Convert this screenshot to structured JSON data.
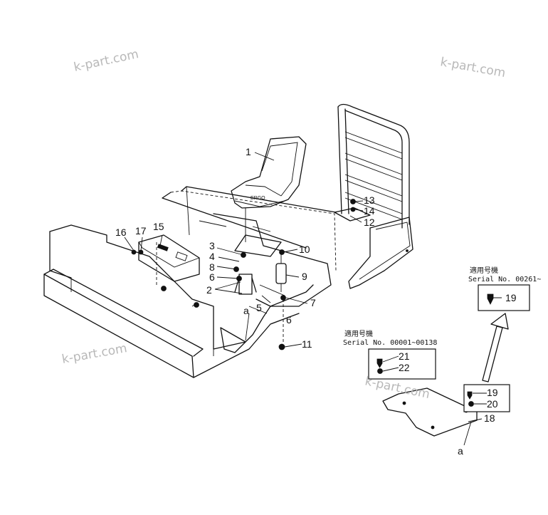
{
  "watermarks": [
    "k-part.com",
    "k-part.com",
    "k-part.com",
    "k-part.com"
  ],
  "callouts": {
    "c1": "1",
    "c2": "2",
    "c3": "3",
    "c4": "4",
    "c5": "5",
    "c6a": "6",
    "c6b": "6",
    "c7": "7",
    "c8": "8",
    "c9": "9",
    "c10": "10",
    "c11": "11",
    "c12": "12",
    "c13": "13",
    "c14": "14",
    "c15": "15",
    "c16": "16",
    "c17": "17",
    "c18": "18",
    "c19a": "19",
    "c19b": "19",
    "c20": "20",
    "c21": "21",
    "c22": "22",
    "ref_a1": "a",
    "ref_a2": "a"
  },
  "serial_boxes": {
    "upper": {
      "heading": "適用号機",
      "serial": "Serial No. 00261~"
    },
    "middle": {
      "heading": "適用号機",
      "serial": "Serial No. 00001~00138"
    }
  }
}
